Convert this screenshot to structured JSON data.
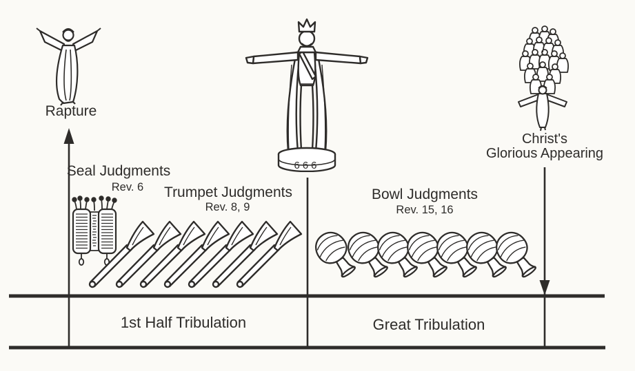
{
  "colors": {
    "ink": "#2e2c2a",
    "background": "#fbfaf6"
  },
  "rapture": {
    "label": "Rapture"
  },
  "antichrist_statue": {
    "base_text": "666"
  },
  "glorious_appearing": {
    "line1": "Christ's",
    "line2": "Glorious Appearing"
  },
  "seal_judgments": {
    "title": "Seal Judgments",
    "reference": "Rev. 6",
    "seals_on_scroll": 7
  },
  "trumpet_judgments": {
    "title": "Trumpet Judgments",
    "reference": "Rev. 8, 9",
    "count": 7
  },
  "bowl_judgments": {
    "title": "Bowl Judgments",
    "reference": "Rev. 15, 16",
    "count": 7
  },
  "timeline": {
    "first_half_label": "1st Half Tribulation",
    "second_half_label": "Great Tribulation"
  }
}
